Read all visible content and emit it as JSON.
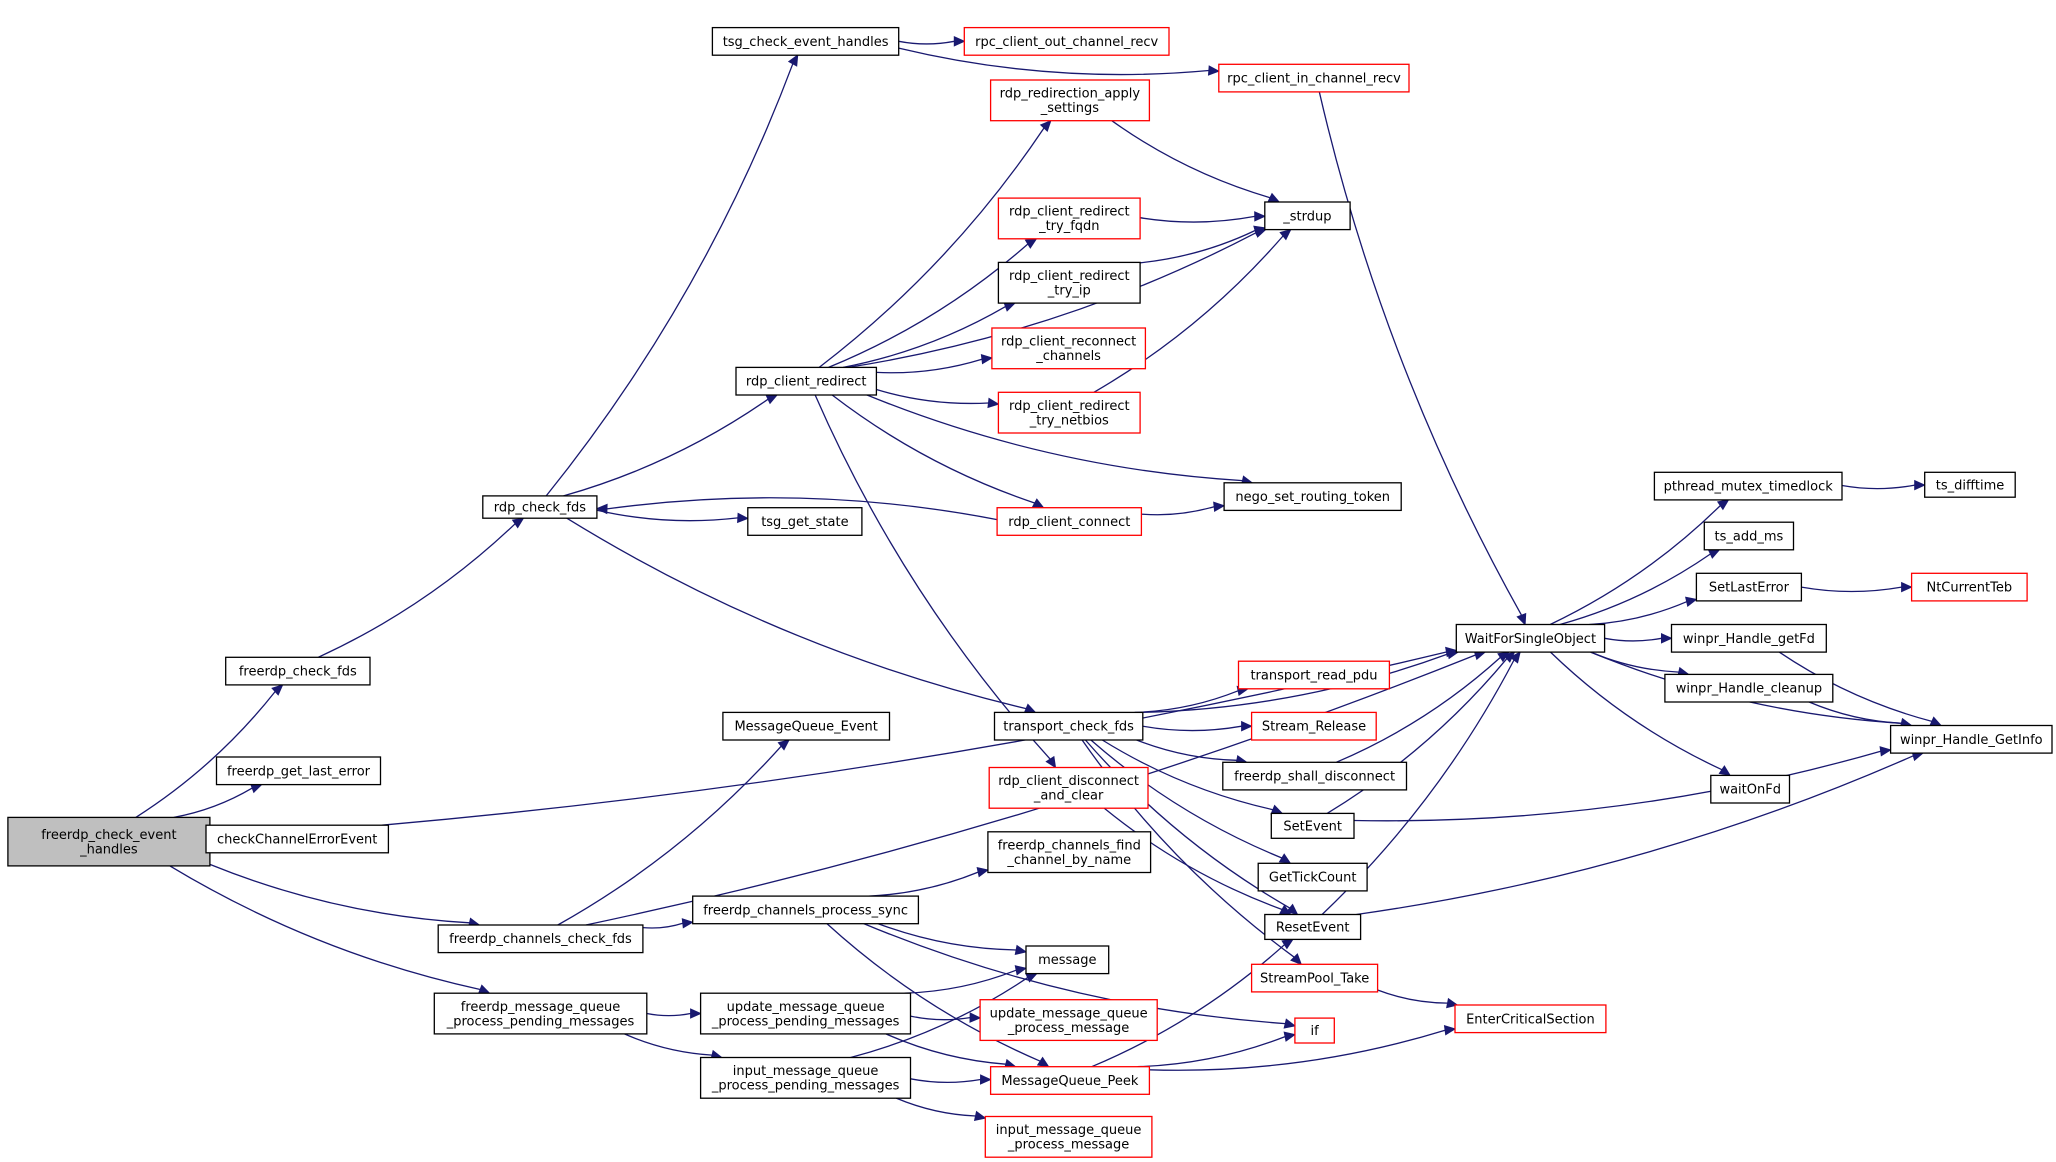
{
  "colors": {
    "edge": "#191970",
    "node_border": "#000000",
    "truncated_node_border": "#ff0000",
    "root_fill": "#bfbfbf",
    "node_fill": "#ffffff"
  },
  "nodes": [
    {
      "id": "root",
      "lines": [
        "freerdp_check_event",
        "_handles"
      ],
      "style": "root"
    },
    {
      "id": "freerdp_check_fds",
      "lines": [
        "freerdp_check_fds"
      ],
      "style": "black"
    },
    {
      "id": "freerdp_get_last_error",
      "lines": [
        "freerdp_get_last_error"
      ],
      "style": "black"
    },
    {
      "id": "checkChannelErrorEvent",
      "lines": [
        "checkChannelErrorEvent"
      ],
      "style": "black"
    },
    {
      "id": "freerdp_channels_check_fds",
      "lines": [
        "freerdp_channels_check_fds"
      ],
      "style": "black"
    },
    {
      "id": "freerdp_message_queue",
      "lines": [
        "freerdp_message_queue",
        "_process_pending_messages"
      ],
      "style": "black"
    },
    {
      "id": "rdp_check_fds",
      "lines": [
        "rdp_check_fds"
      ],
      "style": "black"
    },
    {
      "id": "tsg_check_event_handles",
      "lines": [
        "tsg_check_event_handles"
      ],
      "style": "black"
    },
    {
      "id": "rpc_client_out_channel_recv",
      "lines": [
        "rpc_client_out_channel_recv"
      ],
      "style": "red"
    },
    {
      "id": "rpc_client_in_channel_recv",
      "lines": [
        "rpc_client_in_channel_recv"
      ],
      "style": "red"
    },
    {
      "id": "rdp_redirection_apply",
      "lines": [
        "rdp_redirection_apply",
        "_settings"
      ],
      "style": "red"
    },
    {
      "id": "strdup",
      "lines": [
        "_strdup"
      ],
      "style": "black"
    },
    {
      "id": "try_fqdn",
      "lines": [
        "rdp_client_redirect",
        "_try_fqdn"
      ],
      "style": "red"
    },
    {
      "id": "try_ip",
      "lines": [
        "rdp_client_redirect",
        "_try_ip"
      ],
      "style": "black"
    },
    {
      "id": "reconnect_channels",
      "lines": [
        "rdp_client_reconnect",
        "_channels"
      ],
      "style": "red"
    },
    {
      "id": "rdp_client_redirect",
      "lines": [
        "rdp_client_redirect"
      ],
      "style": "black"
    },
    {
      "id": "try_netbios",
      "lines": [
        "rdp_client_redirect",
        "_try_netbios"
      ],
      "style": "red"
    },
    {
      "id": "nego_set_routing_token",
      "lines": [
        "nego_set_routing_token"
      ],
      "style": "black"
    },
    {
      "id": "rdp_client_connect",
      "lines": [
        "rdp_client_connect"
      ],
      "style": "red"
    },
    {
      "id": "tsg_get_state",
      "lines": [
        "tsg_get_state"
      ],
      "style": "black"
    },
    {
      "id": "transport_read_pdu",
      "lines": [
        "transport_read_pdu"
      ],
      "style": "red"
    },
    {
      "id": "transport_check_fds",
      "lines": [
        "transport_check_fds"
      ],
      "style": "black"
    },
    {
      "id": "Stream_Release",
      "lines": [
        "Stream_Release"
      ],
      "style": "red"
    },
    {
      "id": "freerdp_shall_disconnect",
      "lines": [
        "freerdp_shall_disconnect"
      ],
      "style": "black"
    },
    {
      "id": "disconnect_and_clear",
      "lines": [
        "rdp_client_disconnect",
        "_and_clear"
      ],
      "style": "red"
    },
    {
      "id": "MessageQueue_Event",
      "lines": [
        "MessageQueue_Event"
      ],
      "style": "black"
    },
    {
      "id": "SetEvent",
      "lines": [
        "SetEvent"
      ],
      "style": "black"
    },
    {
      "id": "GetTickCount",
      "lines": [
        "GetTickCount"
      ],
      "style": "black"
    },
    {
      "id": "find_channel_by_name",
      "lines": [
        "freerdp_channels_find",
        "_channel_by_name"
      ],
      "style": "black"
    },
    {
      "id": "freerdp_channels_process_sync",
      "lines": [
        "freerdp_channels_process_sync"
      ],
      "style": "black"
    },
    {
      "id": "ResetEvent",
      "lines": [
        "ResetEvent"
      ],
      "style": "black"
    },
    {
      "id": "message",
      "lines": [
        "message"
      ],
      "style": "black"
    },
    {
      "id": "StreamPool_Take",
      "lines": [
        "StreamPool_Take"
      ],
      "style": "red"
    },
    {
      "id": "update_pending",
      "lines": [
        "update_message_queue",
        "_process_pending_messages"
      ],
      "style": "black"
    },
    {
      "id": "update_process_message",
      "lines": [
        "update_message_queue",
        "_process_message"
      ],
      "style": "red"
    },
    {
      "id": "if",
      "lines": [
        "if"
      ],
      "style": "red"
    },
    {
      "id": "EnterCriticalSection",
      "lines": [
        "EnterCriticalSection"
      ],
      "style": "red"
    },
    {
      "id": "input_pending",
      "lines": [
        "input_message_queue",
        "_process_pending_messages"
      ],
      "style": "black"
    },
    {
      "id": "MessageQueue_Peek",
      "lines": [
        "MessageQueue_Peek"
      ],
      "style": "red"
    },
    {
      "id": "input_process_message",
      "lines": [
        "input_message_queue",
        "_process_message"
      ],
      "style": "red"
    },
    {
      "id": "WaitForSingleObject",
      "lines": [
        "WaitForSingleObject"
      ],
      "style": "black"
    },
    {
      "id": "pthread_mutex_timedlock",
      "lines": [
        "pthread_mutex_timedlock"
      ],
      "style": "black"
    },
    {
      "id": "ts_difftime",
      "lines": [
        "ts_difftime"
      ],
      "style": "black"
    },
    {
      "id": "ts_add_ms",
      "lines": [
        "ts_add_ms"
      ],
      "style": "black"
    },
    {
      "id": "SetLastError",
      "lines": [
        "SetLastError"
      ],
      "style": "black"
    },
    {
      "id": "NtCurrentTeb",
      "lines": [
        "NtCurrentTeb"
      ],
      "style": "red"
    },
    {
      "id": "winpr_Handle_getFd",
      "lines": [
        "winpr_Handle_getFd"
      ],
      "style": "black"
    },
    {
      "id": "winpr_Handle_cleanup",
      "lines": [
        "winpr_Handle_cleanup"
      ],
      "style": "black"
    },
    {
      "id": "winpr_Handle_GetInfo",
      "lines": [
        "winpr_Handle_GetInfo"
      ],
      "style": "black"
    },
    {
      "id": "waitOnFd",
      "lines": [
        "waitOnFd"
      ],
      "style": "black"
    }
  ],
  "edges": [
    [
      "root",
      "freerdp_check_fds"
    ],
    [
      "root",
      "freerdp_get_last_error"
    ],
    [
      "root",
      "checkChannelErrorEvent"
    ],
    [
      "root",
      "freerdp_channels_check_fds"
    ],
    [
      "root",
      "freerdp_message_queue"
    ],
    [
      "freerdp_check_fds",
      "rdp_check_fds"
    ],
    [
      "rdp_check_fds",
      "tsg_check_event_handles"
    ],
    [
      "rdp_check_fds",
      "rdp_client_redirect"
    ],
    [
      "rdp_check_fds",
      "tsg_get_state"
    ],
    [
      "rdp_check_fds",
      "transport_check_fds"
    ],
    [
      "tsg_check_event_handles",
      "rpc_client_out_channel_recv"
    ],
    [
      "tsg_check_event_handles",
      "rpc_client_in_channel_recv"
    ],
    [
      "rpc_client_in_channel_recv",
      "WaitForSingleObject"
    ],
    [
      "rdp_client_redirect",
      "rdp_redirection_apply"
    ],
    [
      "rdp_client_redirect",
      "strdup"
    ],
    [
      "rdp_client_redirect",
      "try_fqdn"
    ],
    [
      "rdp_client_redirect",
      "try_ip"
    ],
    [
      "rdp_client_redirect",
      "reconnect_channels"
    ],
    [
      "rdp_client_redirect",
      "try_netbios"
    ],
    [
      "rdp_client_redirect",
      "nego_set_routing_token"
    ],
    [
      "rdp_client_redirect",
      "rdp_client_connect"
    ],
    [
      "rdp_client_redirect",
      "disconnect_and_clear"
    ],
    [
      "rdp_redirection_apply",
      "strdup"
    ],
    [
      "try_fqdn",
      "strdup"
    ],
    [
      "try_ip",
      "strdup"
    ],
    [
      "try_netbios",
      "strdup"
    ],
    [
      "rdp_client_connect",
      "nego_set_routing_token"
    ],
    [
      "rdp_client_connect",
      "rdp_check_fds"
    ],
    [
      "disconnect_and_clear",
      "ResetEvent"
    ],
    [
      "checkChannelErrorEvent",
      "WaitForSingleObject"
    ],
    [
      "freerdp_channels_check_fds",
      "WaitForSingleObject"
    ],
    [
      "freerdp_channels_check_fds",
      "MessageQueue_Event"
    ],
    [
      "freerdp_channels_check_fds",
      "freerdp_channels_process_sync"
    ],
    [
      "transport_check_fds",
      "transport_read_pdu"
    ],
    [
      "transport_check_fds",
      "Stream_Release"
    ],
    [
      "transport_check_fds",
      "freerdp_shall_disconnect"
    ],
    [
      "transport_check_fds",
      "SetEvent"
    ],
    [
      "transport_check_fds",
      "GetTickCount"
    ],
    [
      "transport_check_fds",
      "ResetEvent"
    ],
    [
      "transport_check_fds",
      "StreamPool_Take"
    ],
    [
      "transport_check_fds",
      "WaitForSingleObject"
    ],
    [
      "freerdp_shall_disconnect",
      "WaitForSingleObject"
    ],
    [
      "SetEvent",
      "WaitForSingleObject"
    ],
    [
      "SetEvent",
      "winpr_Handle_GetInfo"
    ],
    [
      "ResetEvent",
      "WaitForSingleObject"
    ],
    [
      "ResetEvent",
      "winpr_Handle_GetInfo"
    ],
    [
      "StreamPool_Take",
      "EnterCriticalSection"
    ],
    [
      "freerdp_channels_process_sync",
      "find_channel_by_name"
    ],
    [
      "freerdp_channels_process_sync",
      "message"
    ],
    [
      "freerdp_channels_process_sync",
      "MessageQueue_Peek"
    ],
    [
      "freerdp_channels_process_sync",
      "if"
    ],
    [
      "freerdp_message_queue",
      "update_pending"
    ],
    [
      "freerdp_message_queue",
      "input_pending"
    ],
    [
      "update_pending",
      "message"
    ],
    [
      "update_pending",
      "update_process_message"
    ],
    [
      "update_pending",
      "MessageQueue_Peek"
    ],
    [
      "input_pending",
      "message"
    ],
    [
      "input_pending",
      "MessageQueue_Peek"
    ],
    [
      "input_pending",
      "input_process_message"
    ],
    [
      "MessageQueue_Peek",
      "if"
    ],
    [
      "MessageQueue_Peek",
      "ResetEvent"
    ],
    [
      "MessageQueue_Peek",
      "EnterCriticalSection"
    ],
    [
      "WaitForSingleObject",
      "pthread_mutex_timedlock"
    ],
    [
      "WaitForSingleObject",
      "ts_add_ms"
    ],
    [
      "WaitForSingleObject",
      "SetLastError"
    ],
    [
      "WaitForSingleObject",
      "winpr_Handle_getFd"
    ],
    [
      "WaitForSingleObject",
      "winpr_Handle_cleanup"
    ],
    [
      "WaitForSingleObject",
      "winpr_Handle_GetInfo"
    ],
    [
      "WaitForSingleObject",
      "waitOnFd"
    ],
    [
      "pthread_mutex_timedlock",
      "ts_difftime"
    ],
    [
      "SetLastError",
      "NtCurrentTeb"
    ],
    [
      "winpr_Handle_getFd",
      "winpr_Handle_GetInfo"
    ],
    [
      "winpr_Handle_cleanup",
      "winpr_Handle_GetInfo"
    ]
  ]
}
